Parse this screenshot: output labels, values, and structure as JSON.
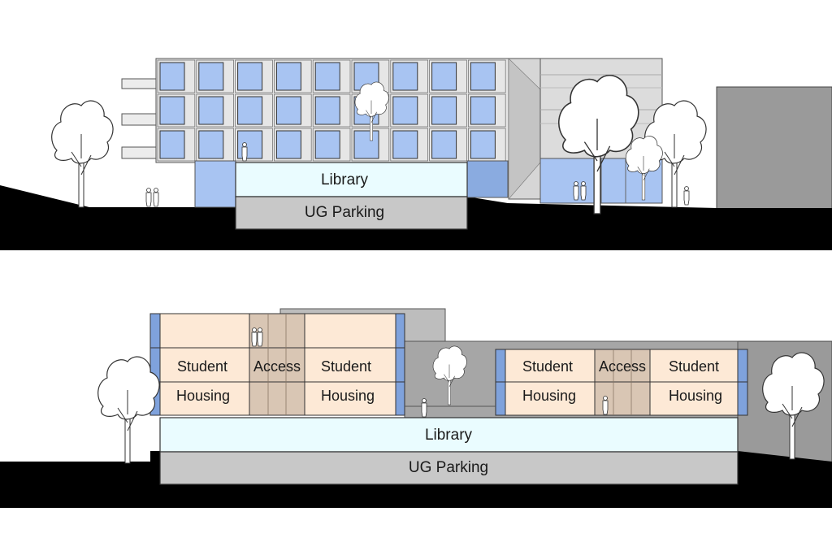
{
  "elevation": {
    "library_label": "Library",
    "parking_label": "UG Parking"
  },
  "section": {
    "library_label": "Library",
    "parking_label": "UG Parking",
    "left_block": {
      "student_left": "Student",
      "housing_left": "Housing",
      "access": "Access",
      "student_right": "Student",
      "housing_right": "Housing"
    },
    "right_block": {
      "student_left": "Student",
      "housing_left": "Housing",
      "access": "Access",
      "student_right": "Student",
      "housing_right": "Housing"
    }
  },
  "colors": {
    "ground": "#000000",
    "facade": "#e6e6e6",
    "window": "#a8c4f2",
    "library": "#eafcff",
    "parking": "#c8c8c8",
    "housing": "#fde9d6",
    "access": "#d9c6b4",
    "neighbor": "#9a9a9a",
    "tree": "#ffffff"
  }
}
